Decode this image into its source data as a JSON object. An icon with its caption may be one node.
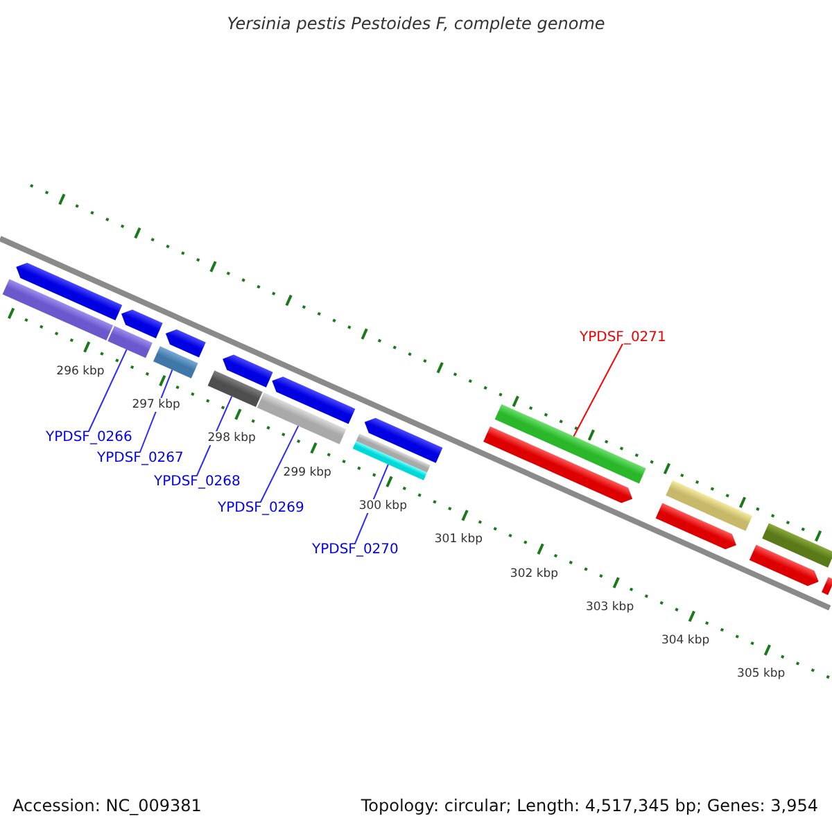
{
  "diagram": {
    "title": "Yersinia pestis Pestoides F, complete genome",
    "nodes": [
      {
        "text": [
          "YPDSF_0266"
        ]
      },
      {
        "text": [
          "YPDSF_0267"
        ]
      },
      {
        "text": [
          "YPDSF_0268"
        ]
      },
      {
        "text": [
          "YPDSF_0269"
        ]
      },
      {
        "text": [
          "YPDSF_0270"
        ]
      },
      {
        "text": [
          "YPDSF_0271"
        ]
      },
      {
        "text": [],
        "shape": "pentagon"
      },
      {
        "text": [],
        "shape": "bar"
      },
      {
        "text": [],
        "shape": "pentagon"
      },
      {
        "text": [],
        "shape": "bar"
      },
      {
        "text": [],
        "shape": "pentagon"
      },
      {
        "text": [],
        "shape": "bar"
      },
      {
        "text": [],
        "shape": "pentagon"
      },
      {
        "text": [],
        "shape": "bar"
      },
      {
        "text": [],
        "shape": "pentagon"
      },
      {
        "text": [],
        "shape": "bar"
      },
      {
        "text": [],
        "shape": "pentagon"
      },
      {
        "text": [],
        "shape": "bar"
      },
      {
        "text": [],
        "shape": "bar"
      },
      {
        "text": [],
        "shape": "bar"
      },
      {
        "text": [],
        "shape": "pentagon"
      },
      {
        "text": [],
        "shape": "bar"
      },
      {
        "text": [],
        "shape": "pentagon"
      },
      {
        "text": [],
        "shape": "bar"
      },
      {
        "text": [],
        "shape": "pentagon"
      },
      {
        "text": [],
        "shape": "pentagon"
      }
    ],
    "edges": [
      {
        "from": 0,
        "to": 9,
        "arrow": "none"
      },
      {
        "from": 1,
        "to": 11,
        "arrow": "none"
      },
      {
        "from": 2,
        "to": 13,
        "arrow": "none"
      },
      {
        "from": 3,
        "to": 15,
        "arrow": "none"
      },
      {
        "from": 4,
        "to": 18,
        "arrow": "none"
      },
      {
        "from": 5,
        "to": 19,
        "arrow": "none",
        "color": "#ff0000"
      }
    ],
    "labels": [
      "296 kbp",
      "297 kbp",
      "298 kbp",
      "299 kbp",
      "300 kbp",
      "301 kbp",
      "302 kbp",
      "303 kbp",
      "304 kbp",
      "305 kbp",
      "Accession: NC_009381",
      "Topology: circular; Length: 4,517,345 bp; Genes: 3,954"
    ]
  }
}
